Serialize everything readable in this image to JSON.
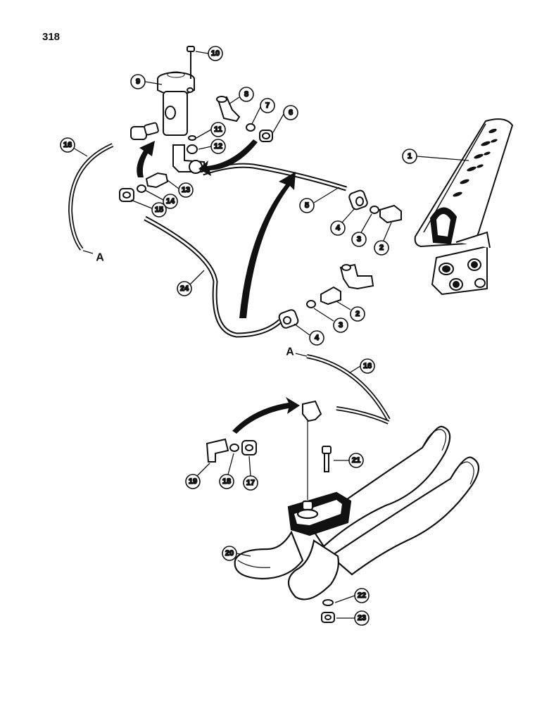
{
  "page_number": "318",
  "callouts": {
    "c1": "1",
    "c2a": "2",
    "c2b": "2",
    "c3a": "3",
    "c3b": "3",
    "c4a": "4",
    "c4b": "4",
    "c5": "5",
    "c6": "6",
    "c7": "7",
    "c8": "8",
    "c9": "9",
    "c10": "10",
    "c11": "11",
    "c12": "12",
    "c13": "13",
    "c14": "14",
    "c15": "15",
    "c16a": "16",
    "c16b": "16",
    "c17": "17",
    "c18": "18",
    "c19": "19",
    "c20": "20",
    "c21": "21",
    "c22": "22",
    "c23": "23",
    "c24": "24"
  },
  "connection_labels": {
    "a1": "A",
    "a2": "A"
  },
  "colors": {
    "ink": "#111111",
    "paper": "#ffffff"
  }
}
